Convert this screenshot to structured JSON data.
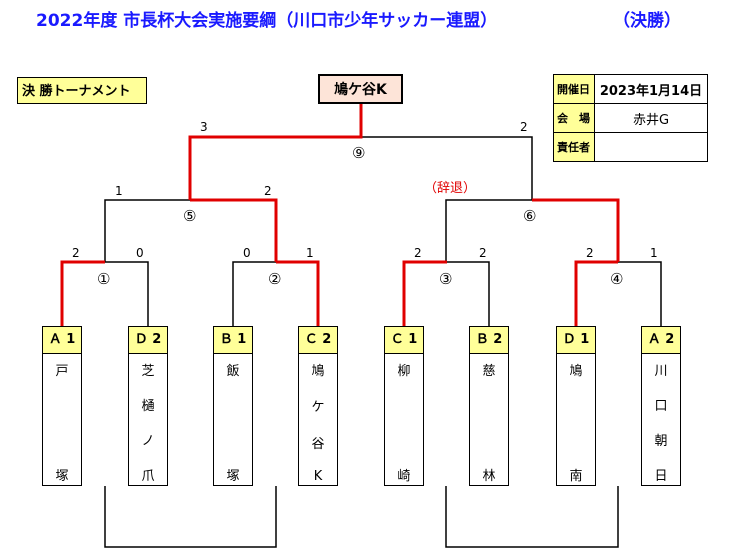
{
  "title": "2022年度 市長杯大会実施要綱（川口市少年サッカー連盟）",
  "title_tag": "（決勝）",
  "section_label": "決 勝トーナメント",
  "winner": "鳩ケ谷K",
  "info": [
    {
      "key": "開催日",
      "value": "2023年1月14日"
    },
    {
      "key": "会　場",
      "value": "赤井G"
    },
    {
      "key": "責任者",
      "value": ""
    }
  ],
  "withdrawal_note": "（辞退）",
  "matches": [
    {
      "no": "①",
      "left_score": "2",
      "right_score": "0"
    },
    {
      "no": "②",
      "left_score": "0",
      "right_score": "1"
    },
    {
      "no": "③",
      "left_score": "2",
      "right_score": "2"
    },
    {
      "no": "④",
      "left_score": "2",
      "right_score": "1"
    },
    {
      "no": "⑤",
      "left_score": "1",
      "right_score": "2"
    },
    {
      "no": "⑥",
      "left_score": "",
      "right_score": ""
    },
    {
      "no": "⑨",
      "left_score": "3",
      "right_score": "2"
    }
  ],
  "teams": [
    {
      "seed": "Ａ 1",
      "name": [
        "戸",
        "塚"
      ]
    },
    {
      "seed": "Ｄ 2",
      "name": [
        "芝",
        "樋",
        "ノ",
        "爪"
      ]
    },
    {
      "seed": "Ｂ 1",
      "name": [
        "飯",
        "塚"
      ]
    },
    {
      "seed": "Ｃ 2",
      "name": [
        "鳩",
        "ケ",
        "谷",
        "K"
      ]
    },
    {
      "seed": "Ｃ 1",
      "name": [
        "柳",
        "崎"
      ]
    },
    {
      "seed": "Ｂ 2",
      "name": [
        "慈",
        "林"
      ]
    },
    {
      "seed": "Ｄ 1",
      "name": [
        "鳩",
        "南"
      ]
    },
    {
      "seed": "Ａ 2",
      "name": [
        "川",
        "口",
        "朝",
        "日"
      ]
    }
  ],
  "colors": {
    "title": "#1a1aff",
    "highlight": "#ffff99",
    "winner_bg": "#fde4d8",
    "win_line": "#e00000"
  }
}
